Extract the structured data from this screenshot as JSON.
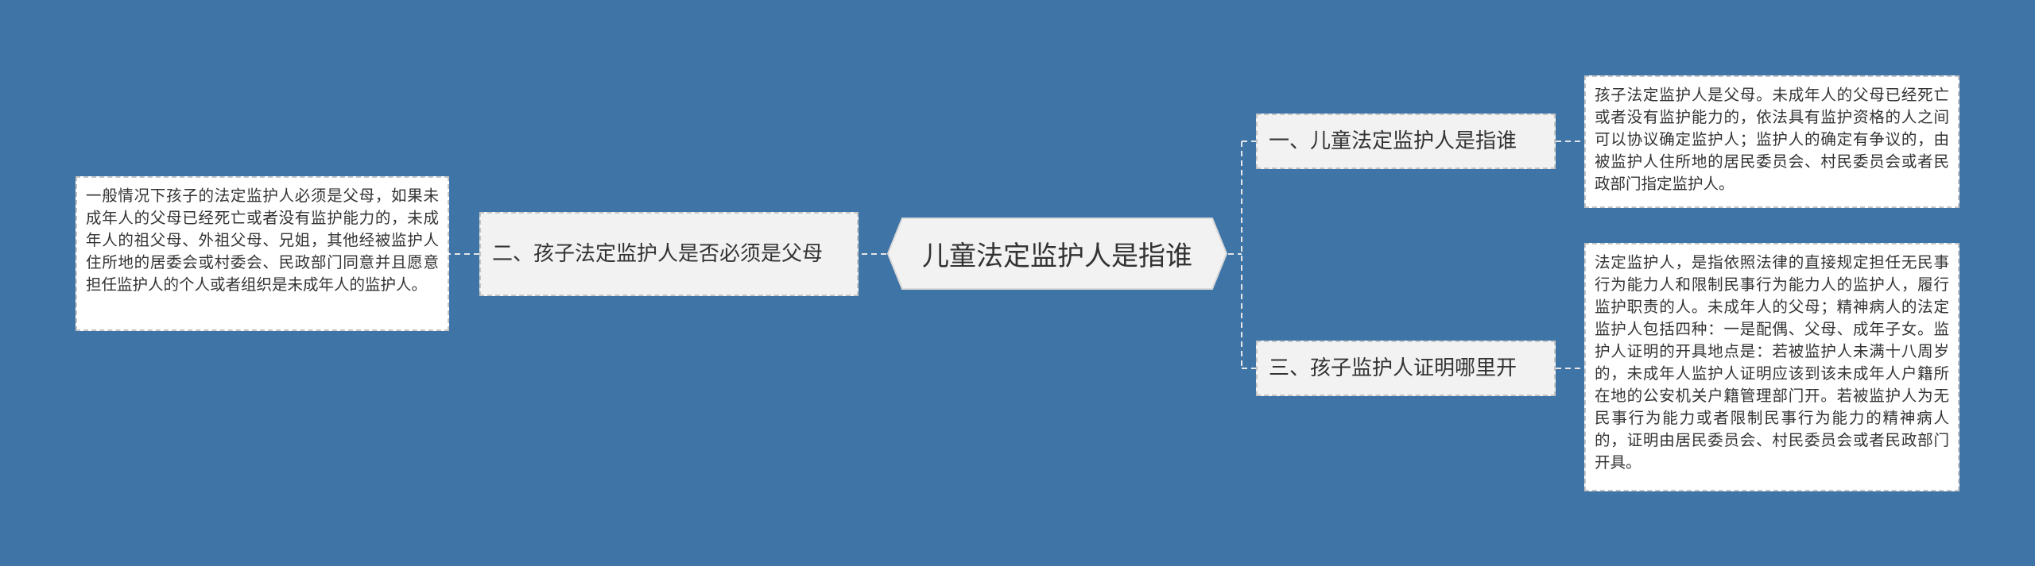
{
  "central_topic": "儿童法定监护人是指谁",
  "branches": [
    {
      "label": "一、儿童法定监护人是指谁",
      "detail": "孩子法定监护人是父母。未成年人的父母已经死亡或者没有监护能力的，依法具有监护资格的人之间可以协议确定监护人；监护人的确定有争议的，由被监护人住所地的居民委员会、村民委员会或者民政部门指定监护人。"
    },
    {
      "label": "二、孩子法定监护人是否必须是父母",
      "detail": "一般情况下孩子的法定监护人必须是父母，如果未成年人的父母已经死亡或者没有监护能力的，未成年人的祖父母、外祖父母、兄姐，其他经被监护人住所地的居委会或村委会、民政部门同意并且愿意担任监护人的个人或者组织是未成年人的监护人。"
    },
    {
      "label": "三、孩子监护人证明哪里开",
      "detail": "法定监护人，是指依照法律的直接规定担任无民事行为能力人和限制民事行为能力人的监护人，履行监护职责的人。未成年人的父母；精神病人的法定监护人包括四种：一是配偶、父母、成年子女。监护人证明的开具地点是：若被监护人未满十八周岁的，未成年人监护人证明应该到该未成年人户籍所在地的公安机关户籍管理部门开。若被监护人为无民事行为能力或者限制民事行为能力的精神病人的，证明由居民委员会、村民委员会或者民政部门开具。"
    }
  ],
  "colors": {
    "background": "#3f74a7",
    "center_fill": "#f2f2f2",
    "branch_fill": "#f2f2f2",
    "leaf_fill": "#ffffff",
    "connector": "#e6e6e6",
    "text": "#333333"
  }
}
